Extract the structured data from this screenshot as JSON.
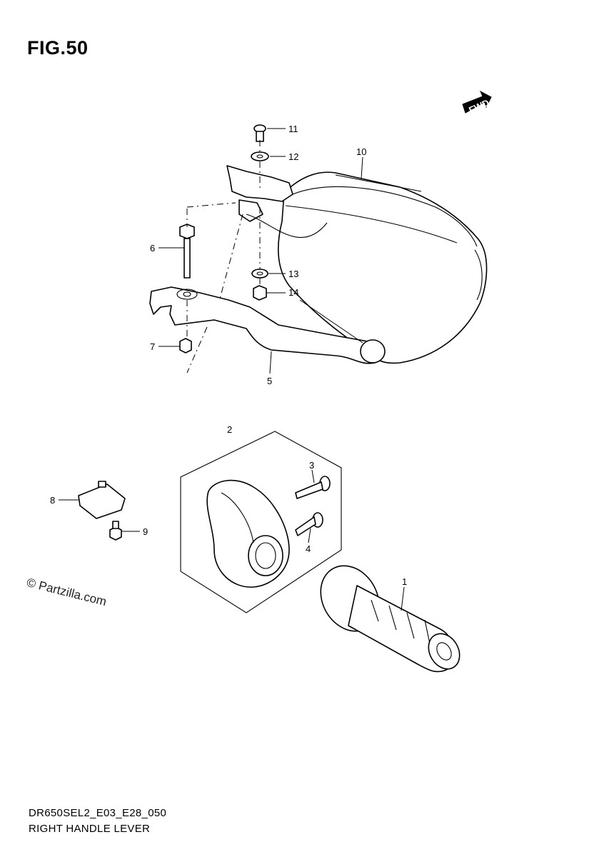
{
  "figure": {
    "title": "FIG.50",
    "watermark": "© Partzilla.com",
    "fwd_arrow_label": "FWD"
  },
  "callouts": [
    {
      "id": "11",
      "label": "11"
    },
    {
      "id": "12",
      "label": "12"
    },
    {
      "id": "10",
      "label": "10"
    },
    {
      "id": "6",
      "label": "6"
    },
    {
      "id": "13",
      "label": "13"
    },
    {
      "id": "14",
      "label": "14"
    },
    {
      "id": "7",
      "label": "7"
    },
    {
      "id": "5",
      "label": "5"
    },
    {
      "id": "2",
      "label": "2"
    },
    {
      "id": "3",
      "label": "3"
    },
    {
      "id": "4",
      "label": "4"
    },
    {
      "id": "8",
      "label": "8"
    },
    {
      "id": "9",
      "label": "9"
    },
    {
      "id": "1",
      "label": "1"
    }
  ],
  "footer": {
    "code": "DR650SEL2_E03_E28_050",
    "name": "RIGHT HANDLE LEVER"
  }
}
